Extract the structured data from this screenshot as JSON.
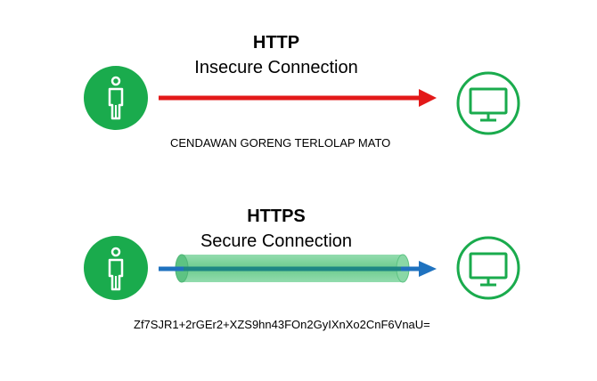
{
  "http": {
    "title": "HTTP",
    "subtitle": "Insecure Connection",
    "payload": "CENDAWAN GORENG TERLOLAP MATO",
    "arrow_color": "#e31919"
  },
  "https": {
    "title": "HTTPS",
    "subtitle": "Secure Connection",
    "payload": "Zf7SJR1+2rGEr2+XZS9hn43FOn2GyIXnXo2CnF6VnaU=",
    "arrow_color": "#1f72bf",
    "tunnel_color": "#79d39a"
  },
  "icons": {
    "client": "person-icon",
    "server": "monitor-icon",
    "accent": "#1aab4d"
  }
}
